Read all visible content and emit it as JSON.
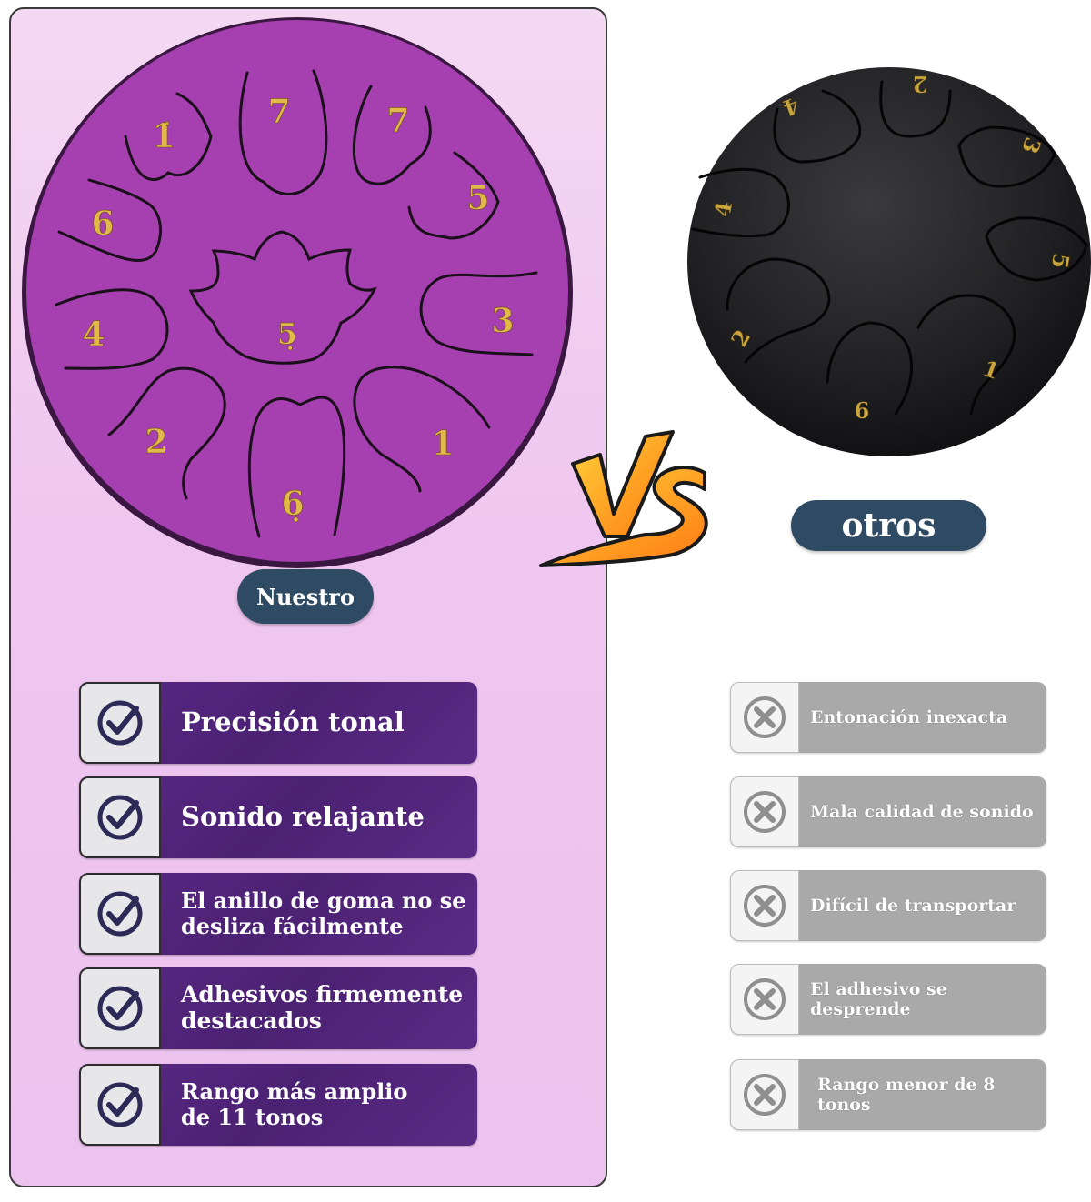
{
  "labels": {
    "ours": "Nuestro",
    "others": "otros"
  },
  "drum_ours": {
    "color": "#a640b0",
    "notes": [
      "7",
      "7",
      "1̇",
      "5",
      "6",
      "3",
      "4",
      "5̣",
      "2",
      "1",
      "6̣"
    ]
  },
  "drum_others": {
    "color": "#1f1f22",
    "notes": [
      "2",
      "4",
      "3",
      "4",
      "5",
      "2",
      "1",
      "6"
    ]
  },
  "features": [
    {
      "text": "Precisión tonal",
      "icon": "check-circle-icon"
    },
    {
      "text": "Sonido relajante",
      "icon": "check-circle-icon"
    },
    {
      "text": "El anillo de goma no se\ndesliza fácilmente",
      "icon": "check-circle-icon"
    },
    {
      "text": "Adhesivos firmemente\ndestacados",
      "icon": "check-circle-icon"
    },
    {
      "text": "Rango más amplio\n    de 11 tonos",
      "icon": "check-circle-icon"
    }
  ],
  "cons": [
    {
      "text": "Entonación inexacta",
      "icon": "x-circle-icon"
    },
    {
      "text": "Mala calidad de sonido",
      "icon": "x-circle-icon"
    },
    {
      "text": "Difícil de transportar",
      "icon": "x-circle-icon"
    },
    {
      "text": "El adhesivo se desprende",
      "icon": "x-circle-icon"
    },
    {
      "text": "Rango menor de 8 tonos",
      "icon": "x-circle-icon"
    }
  ],
  "vs_icon": "vs-emblem"
}
